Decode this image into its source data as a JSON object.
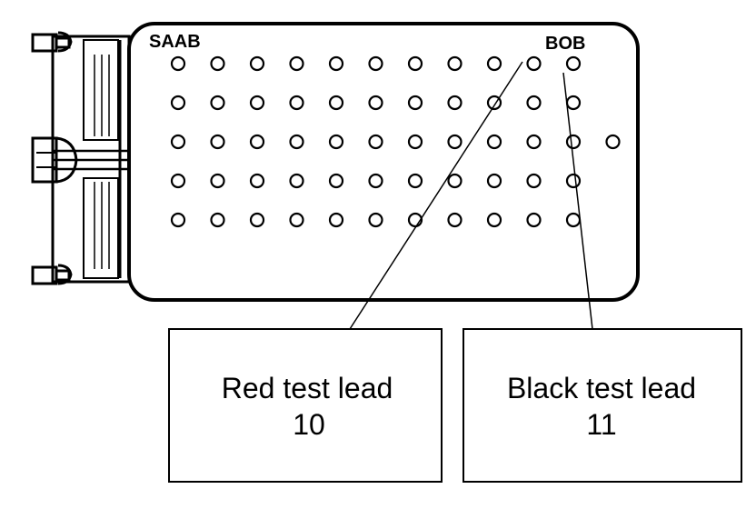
{
  "brand_label": "SAAB",
  "bob_label": "BOB",
  "pin_rows": [
    {
      "row": 1,
      "pins": 11
    },
    {
      "row": 2,
      "pins": 11
    },
    {
      "row": 3,
      "pins": 12
    },
    {
      "row": 4,
      "pins": 11
    },
    {
      "row": 5,
      "pins": 11
    }
  ],
  "leads": [
    {
      "name": "Red test lead",
      "pin": "10",
      "label": "Red test lead",
      "number": "10"
    },
    {
      "name": "Black test lead",
      "pin": "11",
      "label": "Black test lead",
      "number": "11"
    }
  ],
  "colors": {
    "stroke": "#000000",
    "background": "#ffffff"
  }
}
